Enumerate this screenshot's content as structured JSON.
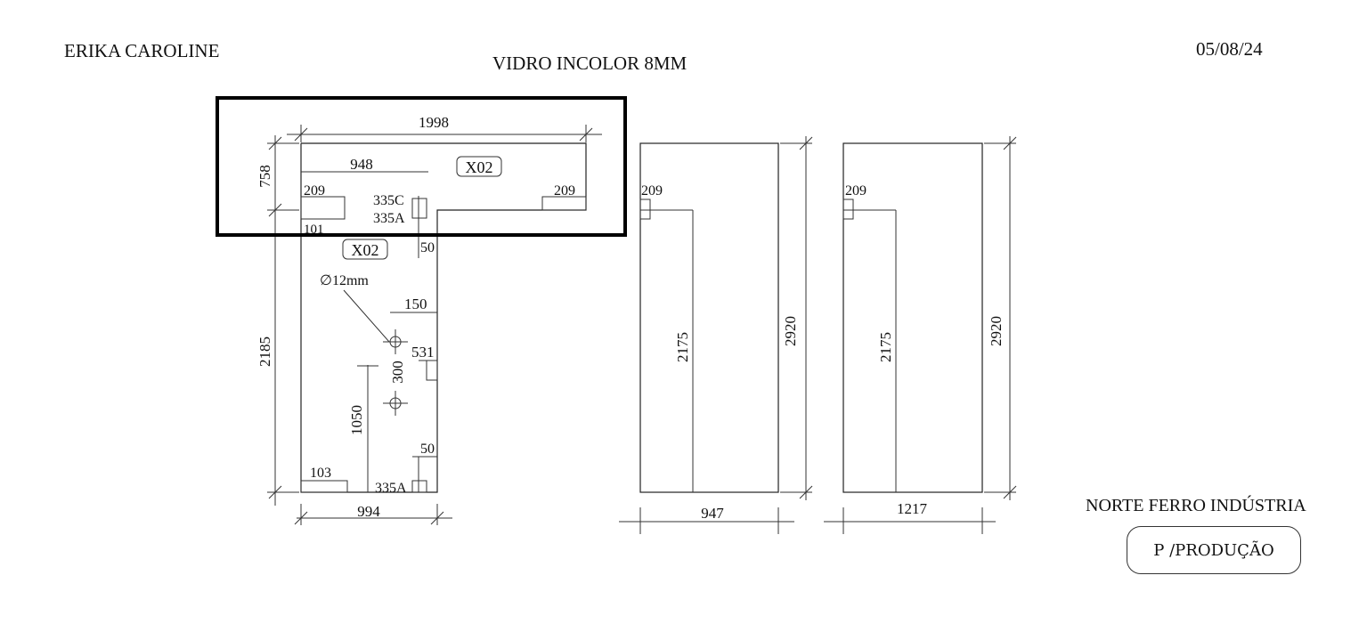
{
  "header": {
    "client": "ERIKA CAROLINE",
    "material": "VIDRO INCOLOR 8MM",
    "date": "05/08/24"
  },
  "footer": {
    "company": "NORTE FERRO INDÚSTRIA",
    "stamp": "P /PRODUÇÃO"
  },
  "piece1": {
    "top_width": "1998",
    "top_height": "758",
    "inner_offset": "948",
    "tag_top": "X02",
    "notch_top_left": "209",
    "notch_top_right": "209",
    "hinge_top_c": "335C",
    "hinge_top_a": "335A",
    "corner": "101",
    "tag_bottom": "X02",
    "hinge_gap": "50",
    "hole_diameter": "∅12mm",
    "hole_offset": "150",
    "hole_spacing": "300",
    "side_notch": "531",
    "hole_height": "1050",
    "bottom_height": "2185",
    "lower_gap": "50",
    "notch_bottom_left": "103",
    "hinge_bottom_a": "335A",
    "bottom_width": "994"
  },
  "piece2": {
    "notch": "209",
    "inner_height": "2175",
    "total_height": "2920",
    "width": "947"
  },
  "piece3": {
    "notch": "209",
    "inner_height": "2175",
    "total_height": "2920",
    "width": "1217"
  }
}
